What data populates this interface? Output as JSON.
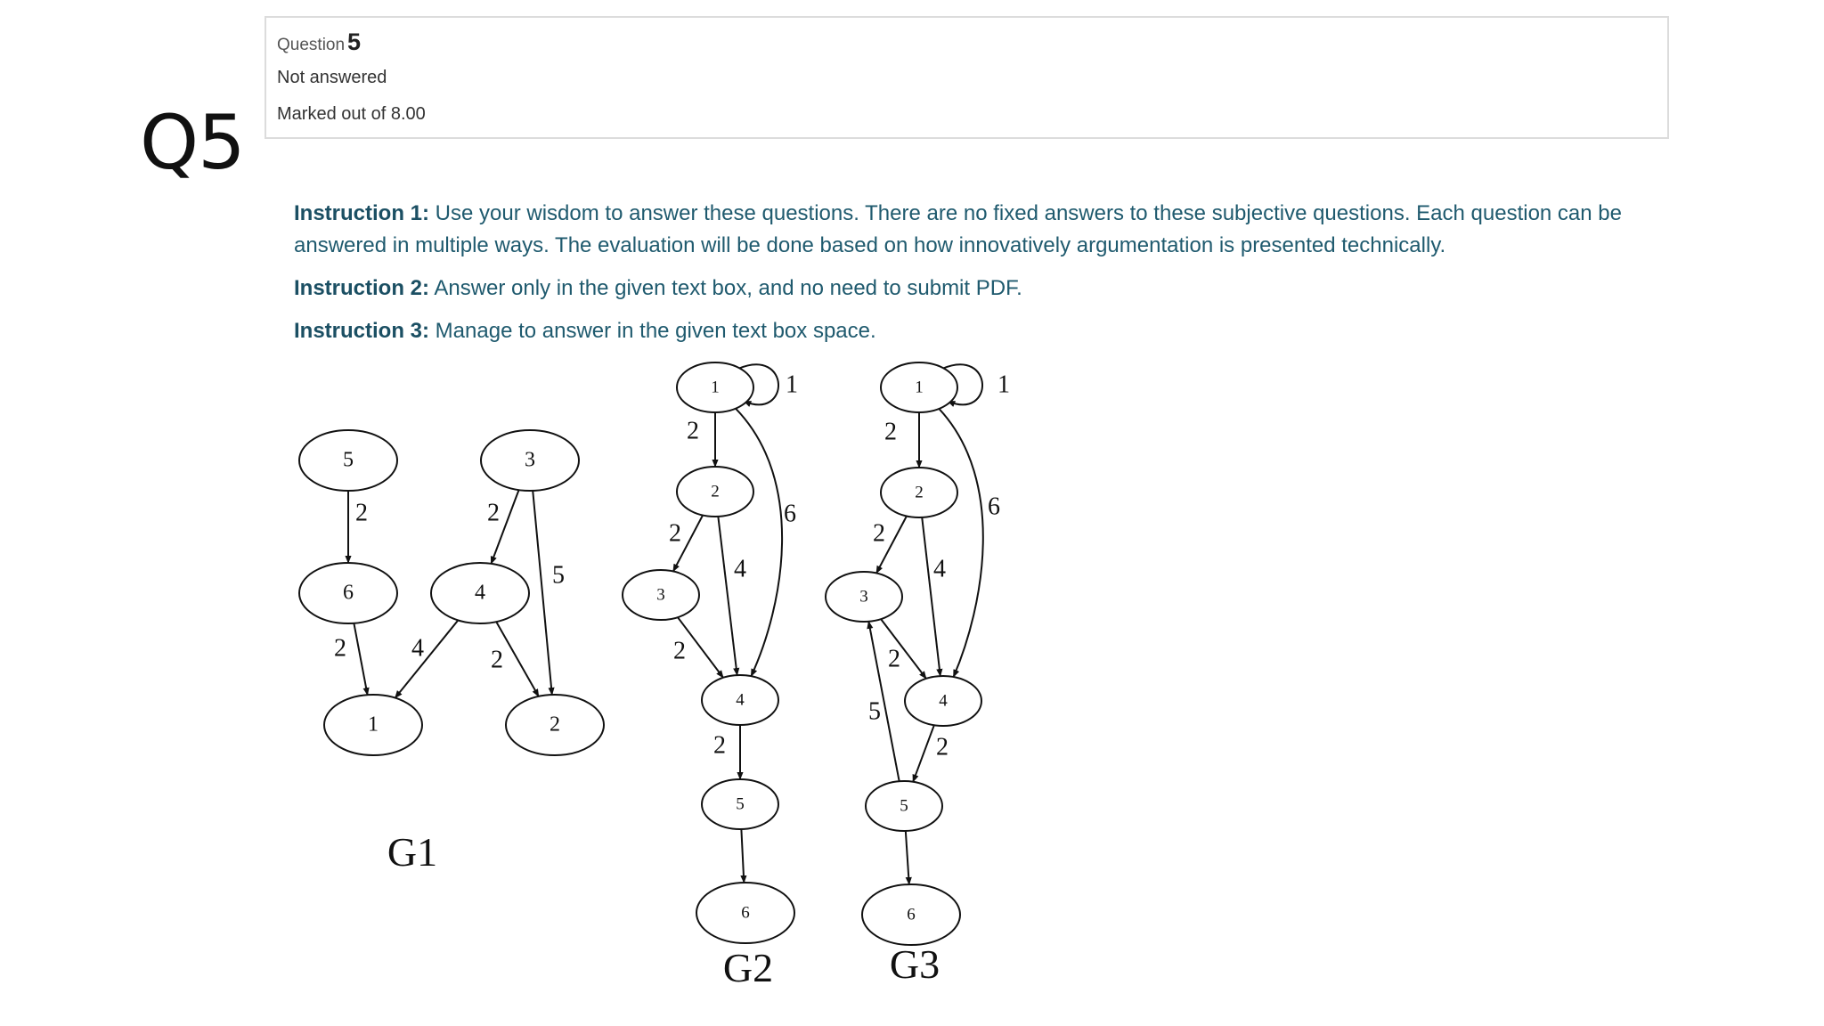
{
  "slide": {
    "title": "Q5"
  },
  "question": {
    "label": "Question",
    "number": "5",
    "status": "Not answered",
    "marks": "Marked out of 8.00"
  },
  "instructions": [
    {
      "label": "Instruction 1:",
      "text": " Use your wisdom to answer these questions. There are no fixed answers to these subjective questions. Each question can be answered in multiple ways. The evaluation will be done based on how innovatively argumentation is presented technically."
    },
    {
      "label": "Instruction 2:",
      "text": " Answer only in the given text box, and no need to submit PDF."
    },
    {
      "label": "Instruction 3:",
      "text": " Manage to answer in the given text box space."
    }
  ],
  "graphs": [
    {
      "name": "G1",
      "nodes": [
        "5",
        "3",
        "6",
        "4",
        "1",
        "2"
      ],
      "edges": [
        {
          "from": "5",
          "to": "6",
          "weight": "2"
        },
        {
          "from": "3",
          "to": "4",
          "weight": "2"
        },
        {
          "from": "3",
          "to": "2",
          "weight": "5"
        },
        {
          "from": "6",
          "to": "1",
          "weight": "2"
        },
        {
          "from": "4",
          "to": "1",
          "weight": "4"
        },
        {
          "from": "4",
          "to": "2",
          "weight": "2"
        }
      ]
    },
    {
      "name": "G2",
      "nodes": [
        "1",
        "2",
        "3",
        "4",
        "5",
        "6"
      ],
      "edges": [
        {
          "from": "1",
          "to": "1",
          "weight": "1"
        },
        {
          "from": "1",
          "to": "2",
          "weight": "2"
        },
        {
          "from": "1",
          "to": "4",
          "weight": "6"
        },
        {
          "from": "2",
          "to": "3",
          "weight": "2"
        },
        {
          "from": "2",
          "to": "4",
          "weight": "4"
        },
        {
          "from": "3",
          "to": "4",
          "weight": "2"
        },
        {
          "from": "4",
          "to": "5",
          "weight": "2"
        },
        {
          "from": "5",
          "to": "6",
          "weight": ""
        }
      ]
    },
    {
      "name": "G3",
      "nodes": [
        "1",
        "2",
        "3",
        "4",
        "5",
        "6"
      ],
      "edges": [
        {
          "from": "1",
          "to": "1",
          "weight": "1"
        },
        {
          "from": "1",
          "to": "2",
          "weight": "2"
        },
        {
          "from": "1",
          "to": "4",
          "weight": "6"
        },
        {
          "from": "2",
          "to": "3",
          "weight": "2"
        },
        {
          "from": "2",
          "to": "4",
          "weight": "4"
        },
        {
          "from": "3",
          "to": "4",
          "weight": "2"
        },
        {
          "from": "4",
          "to": "5",
          "weight": "2"
        },
        {
          "from": "5",
          "to": "3",
          "weight": "5"
        },
        {
          "from": "5",
          "to": "6",
          "weight": ""
        }
      ]
    }
  ]
}
